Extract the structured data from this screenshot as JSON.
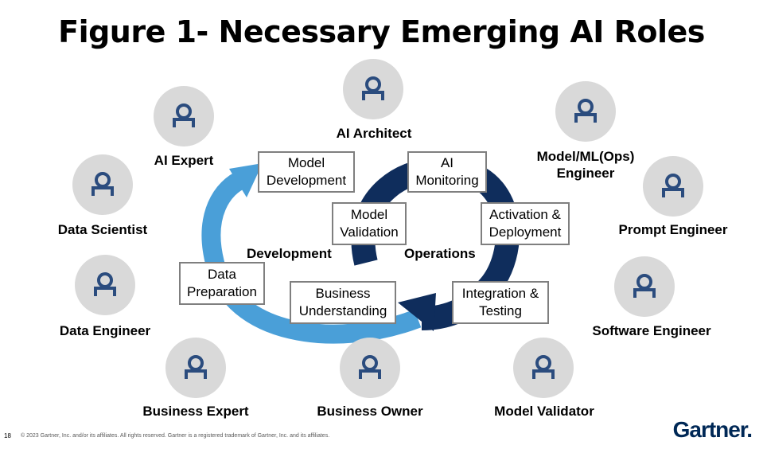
{
  "title": "Figure 1- Necessary Emerging AI Roles",
  "roles": [
    {
      "key": "ai-architect",
      "label": "AI Architect"
    },
    {
      "key": "ai-expert",
      "label": "AI Expert"
    },
    {
      "key": "model-ml-ops-engineer",
      "label": "Model/ML(Ops)\nEngineer"
    },
    {
      "key": "data-scientist",
      "label": "Data Scientist"
    },
    {
      "key": "prompt-engineer",
      "label": "Prompt Engineer"
    },
    {
      "key": "data-engineer",
      "label": "Data Engineer"
    },
    {
      "key": "software-engineer",
      "label": "Software Engineer"
    },
    {
      "key": "business-expert",
      "label": "Business Expert"
    },
    {
      "key": "business-owner",
      "label": "Business Owner"
    },
    {
      "key": "model-validator",
      "label": "Model Validator"
    }
  ],
  "phases": {
    "development": "Development",
    "operations": "Operations"
  },
  "steps": {
    "model_development": "Model\nDevelopment",
    "ai_monitoring": "AI\nMonitoring",
    "model_validation": "Model\nValidation",
    "activation_deployment": "Activation &\nDeployment",
    "data_preparation": "Data\nPreparation",
    "business_understanding": "Business\nUnderstanding",
    "integration_testing": "Integration &\nTesting"
  },
  "footer": {
    "page_number": "18",
    "copyright": "© 2023 Gartner, Inc. and/or its affiliates. All rights reserved. Gartner is a registered trademark of Gartner, Inc. and its affiliates.",
    "logo": "Gartner."
  },
  "colors": {
    "development_arrow": "#4a9fd8",
    "operations_arrow": "#0f2d5c",
    "icon": "#2b4c7e",
    "circle": "#d9d9d9"
  }
}
